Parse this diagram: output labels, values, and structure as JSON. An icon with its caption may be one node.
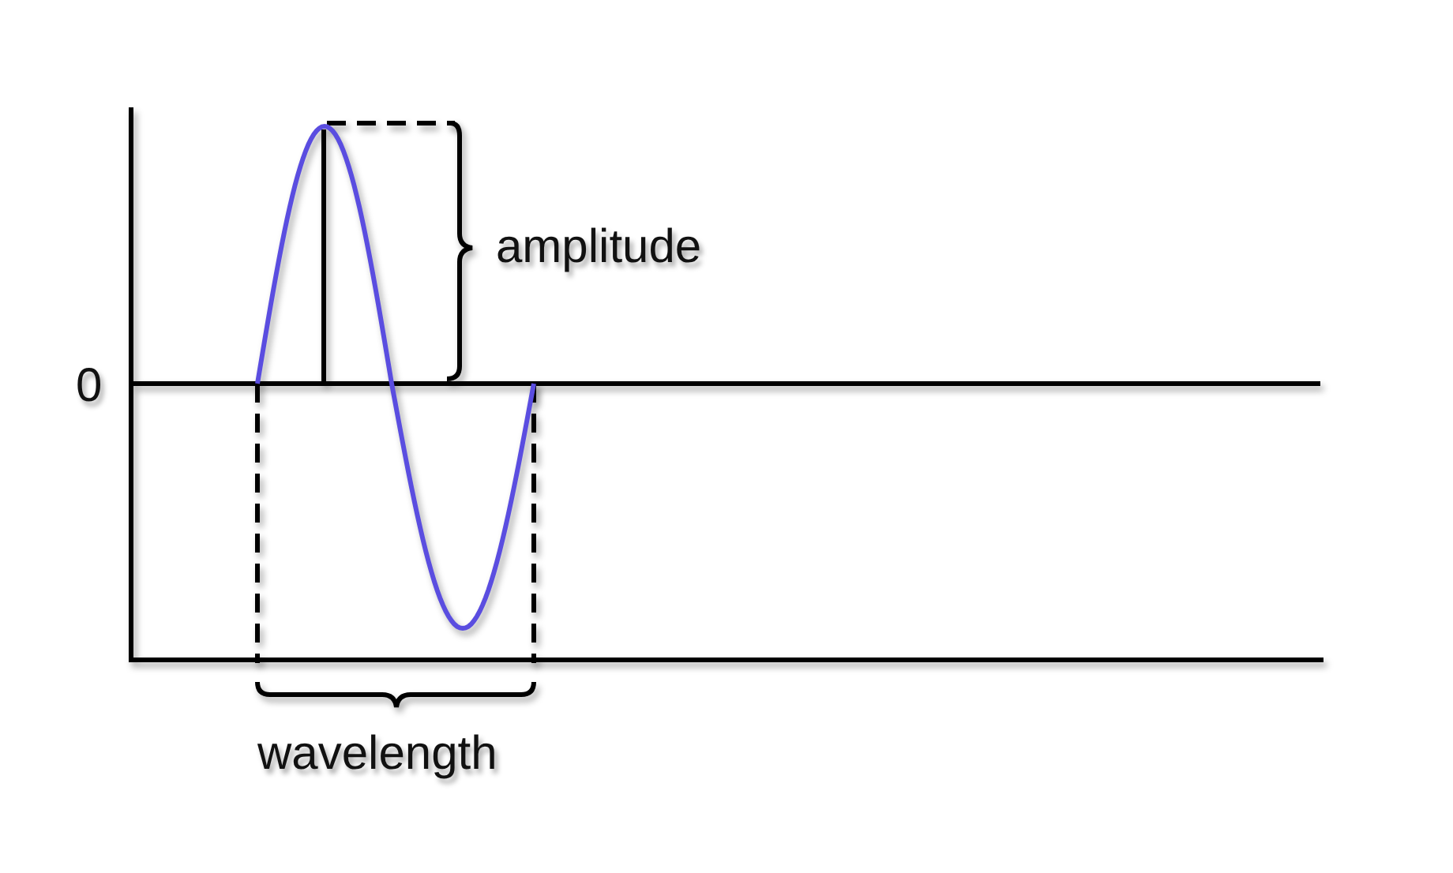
{
  "diagram": {
    "labels": [
      "amplitude",
      "0",
      "wavelength"
    ]
  }
}
